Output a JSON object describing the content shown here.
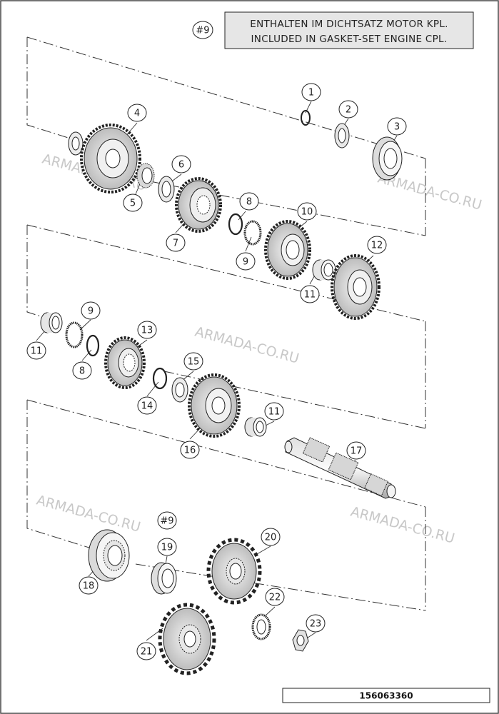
{
  "note": {
    "ref": "#9",
    "line_de": "ENTHALTEN IM DICHTSATZ MOTOR KPL.",
    "line_en": "INCLUDED IN GASKET-SET ENGINE CPL."
  },
  "drawing_number": "156063360",
  "watermark": "ARMADA-CO.RU",
  "callouts": [
    {
      "id": "c1",
      "label": "1"
    },
    {
      "id": "c2",
      "label": "2"
    },
    {
      "id": "c3",
      "label": "3"
    },
    {
      "id": "c4",
      "label": "4"
    },
    {
      "id": "c5",
      "label": "5"
    },
    {
      "id": "c6",
      "label": "6"
    },
    {
      "id": "c7",
      "label": "7"
    },
    {
      "id": "c8a",
      "label": "8"
    },
    {
      "id": "c9a",
      "label": "9"
    },
    {
      "id": "c10",
      "label": "10"
    },
    {
      "id": "c11a",
      "label": "11"
    },
    {
      "id": "c12",
      "label": "12"
    },
    {
      "id": "c9b",
      "label": "9"
    },
    {
      "id": "c11b",
      "label": "11"
    },
    {
      "id": "c13",
      "label": "13"
    },
    {
      "id": "c8b",
      "label": "8"
    },
    {
      "id": "c15",
      "label": "15"
    },
    {
      "id": "c14",
      "label": "14"
    },
    {
      "id": "c11c",
      "label": "11"
    },
    {
      "id": "c16",
      "label": "16"
    },
    {
      "id": "c17",
      "label": "17"
    },
    {
      "id": "c9c",
      "label": "#9"
    },
    {
      "id": "c20",
      "label": "20"
    },
    {
      "id": "c19",
      "label": "19"
    },
    {
      "id": "c18",
      "label": "18"
    },
    {
      "id": "c22",
      "label": "22"
    },
    {
      "id": "c23",
      "label": "23"
    },
    {
      "id": "c21",
      "label": "21"
    }
  ]
}
